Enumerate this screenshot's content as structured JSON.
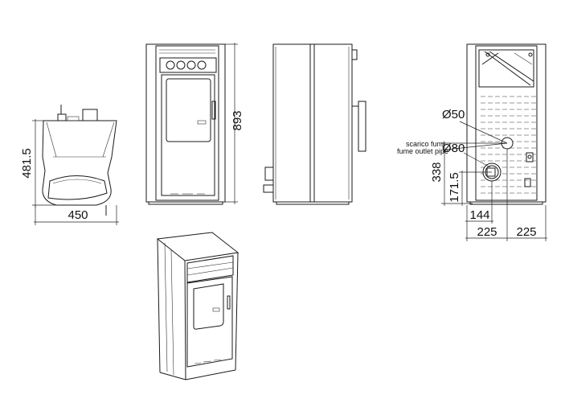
{
  "dimensions": {
    "top_depth": "481.5",
    "top_width": "450",
    "front_height": "893",
    "pipe_small": "Ø50",
    "pipe_large": "Ø80",
    "label_it": "scarico fumi",
    "label_en": "fume outlet pipe",
    "outlet_height": "338",
    "inlet_height": "171.5",
    "offset_x": "144",
    "half_left": "225",
    "half_right": "225"
  }
}
